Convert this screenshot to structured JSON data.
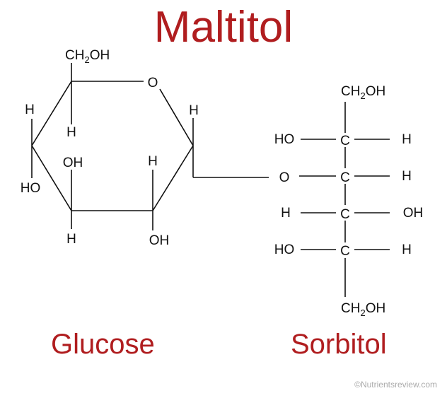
{
  "title": "Maltitol",
  "labels": {
    "glucose": "Glucose",
    "sorbitol": "Sorbitol"
  },
  "credit": "©Nutrientsreview.com",
  "colors": {
    "accent": "#b01d1f",
    "ink": "#111111",
    "credit": "#aaaaaa"
  },
  "glucose_ring": {
    "ring_oxygen": "O",
    "c5_top": "CH",
    "c5_sub": "2",
    "c5_tail": "OH",
    "c5_h": "H",
    "c4_h": "H",
    "c4_ho": "HO",
    "c3_oh": "OH",
    "c3_h": "H",
    "c2_h": "H",
    "c2_oh": "OH",
    "c1_h": "H"
  },
  "linkage": {
    "oxygen": "O"
  },
  "sorbitol_chain": {
    "top_group": {
      "main": "CH",
      "sub": "2",
      "tail": "OH"
    },
    "bottom_group": {
      "main": "CH",
      "sub": "2",
      "tail": "OH"
    },
    "carbon_symbol": "C",
    "rows": [
      {
        "left": "HO",
        "right": "H"
      },
      {
        "left": "",
        "right": "H"
      },
      {
        "left": "H",
        "right": "OH"
      },
      {
        "left": "HO",
        "right": "H"
      }
    ]
  }
}
